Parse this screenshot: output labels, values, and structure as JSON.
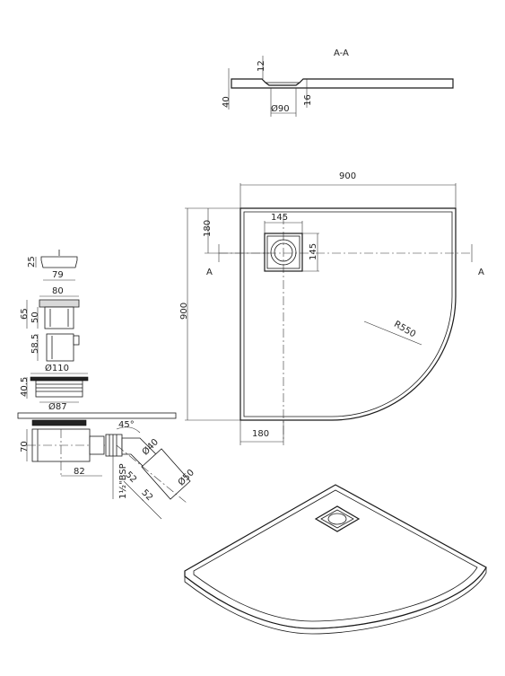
{
  "section": {
    "title": "A-A",
    "dim_thickness": "12",
    "dim_height": "40",
    "dim_drain_diameter": "Ø90",
    "dim_depth": "16"
  },
  "plan": {
    "dim_width": "900",
    "dim_height": "900",
    "dim_drain_offset_top": "180",
    "dim_drain_offset_left": "180",
    "dim_grate_width": "145",
    "dim_grate_height": "145",
    "dim_radius": "R550",
    "section_mark_left": "A",
    "section_mark_right": "A"
  },
  "drain": {
    "dim_cap_height": "25",
    "dim_cap_width": "79",
    "dim_body_width": "80",
    "dim_body_height_total": "65",
    "dim_body_height": "50",
    "dim_pipe_height": "58.5",
    "dim_flange_diameter": "Ø110",
    "dim_flange_height": "40.5",
    "dim_inner_diameter": "Ø87",
    "dim_trap_height": "70",
    "dim_trap_length": "82",
    "dim_angle": "45°",
    "dim_outlet_diameter": "Ø40",
    "dim_outlet_pipe_diameter": "Ø50",
    "dim_elbow_len_1": "52",
    "dim_elbow_len_2": "52",
    "dim_thread": "1½\"BSP"
  },
  "icons": {
    "grate": "drain-grate-icon",
    "tray": "shower-tray-isometric"
  }
}
